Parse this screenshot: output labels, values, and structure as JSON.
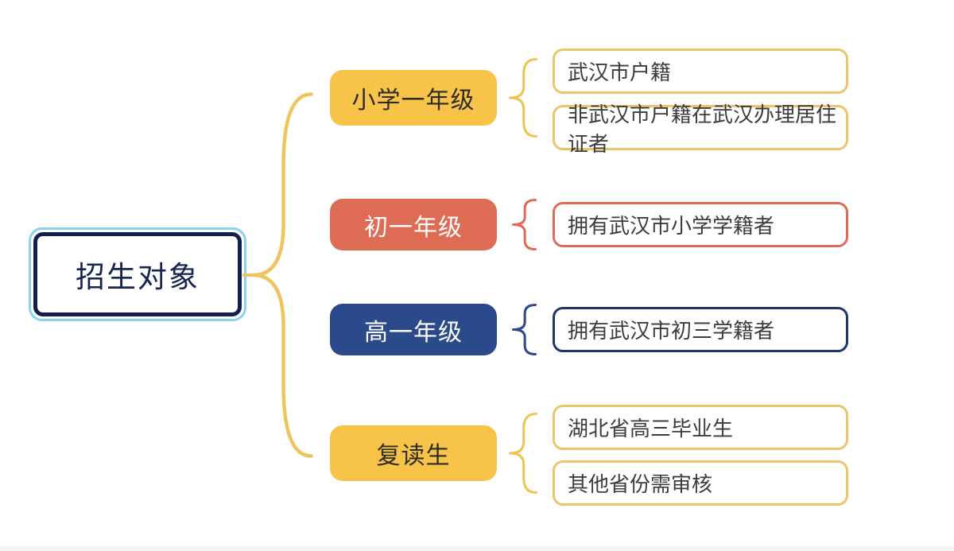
{
  "diagram": {
    "type": "mindmap",
    "background_color": "#ffffff",
    "root": {
      "label": "招生对象",
      "outer_border_color": "#8BD2EF",
      "inner_border_color": "#111F4E",
      "text_color": "#16254F",
      "fill": "#ffffff"
    },
    "main_brace_color": "#EFC45E",
    "branches": [
      {
        "label": "小学一年级",
        "fill": "#F8C349",
        "text_color": "#2E2B22",
        "brace_color": "#EFC254",
        "leaves": [
          {
            "text": "武汉市户籍",
            "border_color": "#E9C66A"
          },
          {
            "text": "非武汉市户籍在武汉办理居住证者",
            "border_color": "#E9C66A"
          }
        ]
      },
      {
        "label": "初一年级",
        "fill": "#DE6C54",
        "text_color": "#FFFFFF",
        "brace_color": "#DE6C54",
        "leaves": [
          {
            "text": "拥有武汉市小学学籍者",
            "border_color": "#DE6C54"
          }
        ]
      },
      {
        "label": "高一年级",
        "fill": "#2A4A8C",
        "text_color": "#FFFFFF",
        "brace_color": "#2A4A8C",
        "leaves": [
          {
            "text": "拥有武汉市初三学籍者",
            "border_color": "#1C3768"
          }
        ]
      },
      {
        "label": "复读生",
        "fill": "#F8C349",
        "text_color": "#2E2B22",
        "brace_color": "#EFC254",
        "leaves": [
          {
            "text": "湖北省高三毕业生",
            "border_color": "#E9C66A"
          },
          {
            "text": "其他省份需审核",
            "border_color": "#E9C66A"
          }
        ]
      }
    ],
    "leaf_text_color": "#3C3C3C"
  }
}
